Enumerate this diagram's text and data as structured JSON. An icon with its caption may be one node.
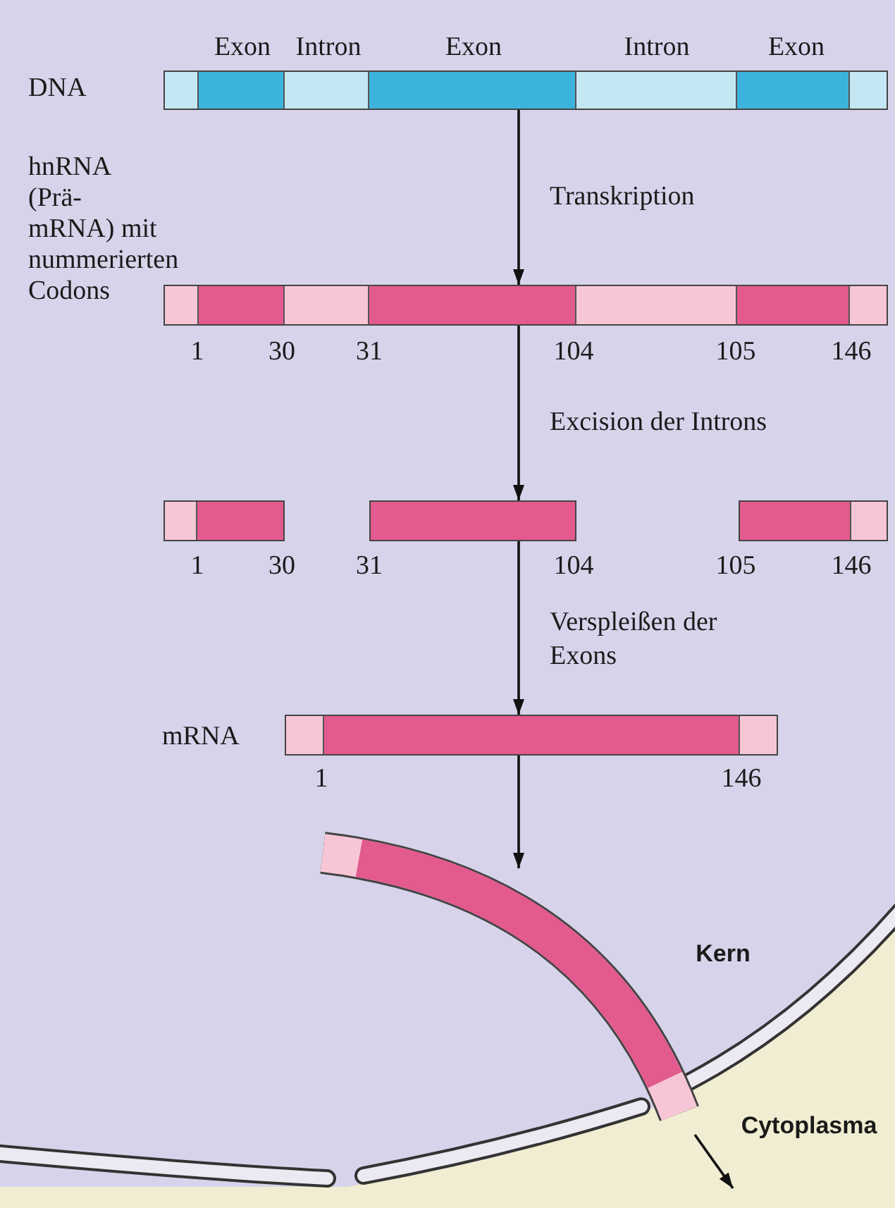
{
  "diagram": {
    "nodes": [
      {
        "text": [],
        "shape": "bar",
        "beside": [
          "DNA",
          "Exon",
          "Intron",
          "Exon",
          "Intron",
          "Exon"
        ]
      },
      {
        "text": [],
        "shape": "bar",
        "beside": [
          "hnRNA (Prä-mRNA) mit nummerierten Codons",
          "1",
          "30",
          "31",
          "104",
          "105",
          "146"
        ]
      },
      {
        "text": [],
        "shape": "bar",
        "beside": [
          "1",
          "30"
        ]
      },
      {
        "text": [],
        "shape": "bar",
        "beside": [
          "31",
          "104"
        ]
      },
      {
        "text": [],
        "shape": "bar",
        "beside": [
          "105",
          "146"
        ]
      },
      {
        "text": [],
        "shape": "bar",
        "beside": [
          "mRNA",
          "1",
          "146"
        ]
      },
      {
        "text": [],
        "shape": "bar"
      }
    ],
    "edges": [
      {
        "from": 0,
        "to": 1,
        "arrow": "to",
        "label": "Transkription"
      },
      {
        "from": 1,
        "to": 3,
        "arrow": "to",
        "label": "Excision der Introns"
      },
      {
        "from": 3,
        "to": 5,
        "arrow": "to",
        "label": "Verspleißen der Exons"
      },
      {
        "from": 5,
        "to": 6,
        "arrow": "to"
      },
      {
        "from": 6,
        "to": null,
        "arrow": "to"
      }
    ],
    "labels": [
      "Kern",
      "Cytoplasma"
    ]
  }
}
